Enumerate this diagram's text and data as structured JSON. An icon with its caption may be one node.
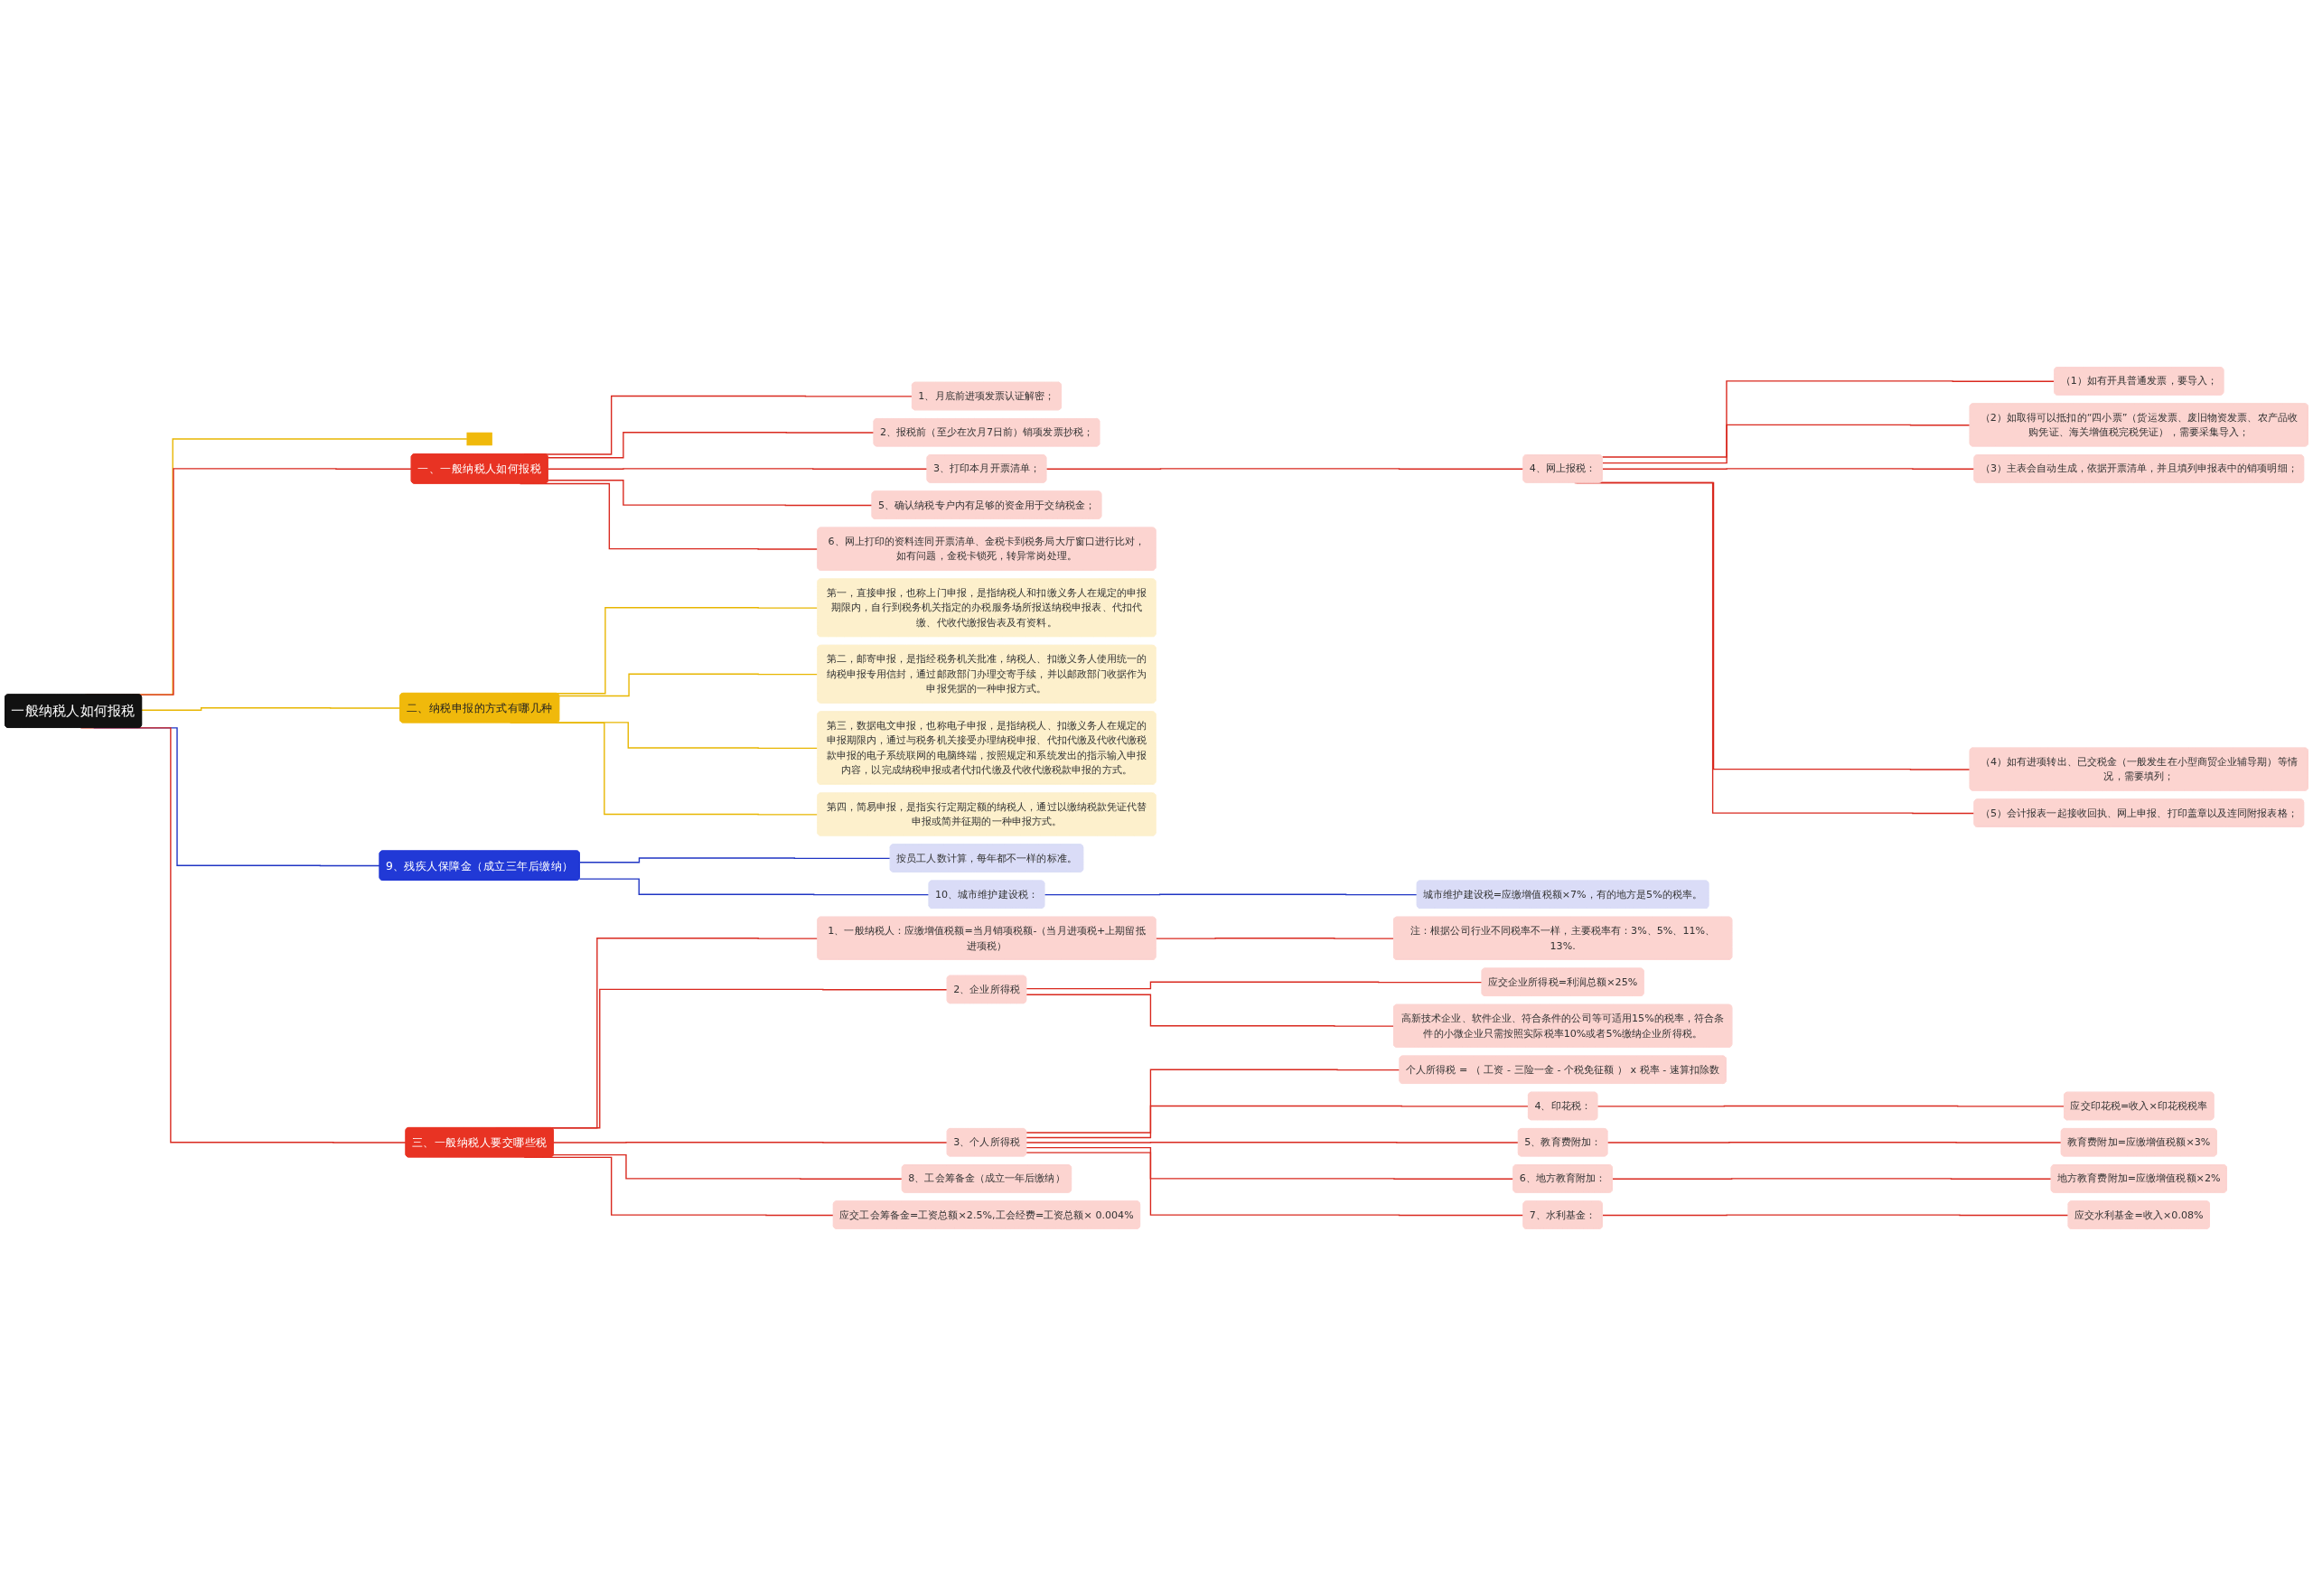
{
  "diagram": {
    "nodes": [
      {
        "text": [
          "一般纳税人如何报税"
        ]
      },
      {
        "text": [],
        "shape": "box"
      },
      {
        "text": [
          "一、一般纳税人如何报税"
        ]
      },
      {
        "text": [
          "1、月底前进项发票认证解密；"
        ]
      },
      {
        "text": [
          "2、报税前（至少在次月7日前）销项发票抄税；"
        ]
      },
      {
        "text": [
          "3、打印本月开票清单；"
        ]
      },
      {
        "text": [
          "4、网上报税："
        ]
      },
      {
        "text": [
          "（1）如有开具普通发票，要导入；"
        ]
      },
      {
        "text": [
          "（2）如取得可以抵扣的“四小票”（货运发票、废旧物资发票、农产品收购凭证、海关增值税完税凭证），需要采集导入；"
        ]
      },
      {
        "text": [
          "（3）主表会自动生成，依据开票清单，并且填列申报表中的销项明细；"
        ]
      },
      {
        "text": [
          "（4）如有进项转出、已交税金（一般发生在小型商贸企业辅导期）等情况，需要填列；"
        ]
      },
      {
        "text": [
          "（5）会计报表一起接收回执、网上申报、打印盖章以及连同附报表格；"
        ]
      },
      {
        "text": [
          "5、确认纳税专户内有足够的资金用于交纳税金；"
        ]
      },
      {
        "text": [
          "6、网上打印的资料连同开票清单、金税卡到税务局大厅窗口进行比对，如有问题，金税卡锁死，转异常岗处理。"
        ]
      },
      {
        "text": [
          "二、纳税申报的方式有哪几种"
        ]
      },
      {
        "text": [
          "第一，直接申报，也称上门申报，是指纳税人和扣缴义务人在规定的申报期限内，自行到税务机关指定的办税服务场所报送纳税申报表、代扣代缴、代收代缴报告表及有资料。"
        ]
      },
      {
        "text": [
          "第二，邮寄申报，是指经税务机关批准，纳税人、扣缴义务人使用统一的纳税申报专用信封，通过邮政部门办理交寄手续，并以邮政部门收据作为申报凭据的一种申报方式。"
        ]
      },
      {
        "text": [
          "第三，数据电文申报，也称电子申报，是指纳税人、扣缴义务人在规定的申报期限内，通过与税务机关接受办理纳税申报、代扣代缴及代收代缴税款申报的电子系统联网的电脑终端，按照规定和系统发出的指示输入申报内容，以完成纳税申报或者代扣代缴及代收代缴税款申报的方式。"
        ]
      },
      {
        "text": [
          "第四，简易申报，是指实行定期定额的纳税人，通过以缴纳税款凭证代替申报或简并征期的一种申报方式。"
        ]
      },
      {
        "text": [
          "9、残疾人保障金（成立三年后缴纳）"
        ]
      },
      {
        "text": [
          "按员工人数计算，每年都不一样的标准。"
        ]
      },
      {
        "text": [
          "10、城市维护建设税："
        ]
      },
      {
        "text": [
          "城市维护建设税=应缴增值税额×7%，有的地方是5%的税率。"
        ]
      },
      {
        "text": [
          "三、一般纳税人要交哪些税"
        ]
      },
      {
        "text": [
          "1、一般纳税人：应缴增值税额=当月销项税额-（当月进项税+上期留抵进项税）"
        ]
      },
      {
        "text": [
          "注：根据公司行业不同税率不一样，主要税率有：3%、5%、11%、13%."
        ]
      },
      {
        "text": [
          "2、企业所得税"
        ]
      },
      {
        "text": [
          "应交企业所得税=利润总额×25%"
        ]
      },
      {
        "text": [
          "高新技术企业、软件企业、符合条件的公司等可适用15%的税率，符合条件的小微企业只需按照实际税率10%或者5%缴纳企业所得税。"
        ]
      },
      {
        "text": [
          "3、个人所得税"
        ]
      },
      {
        "text": [
          "个人所得税 = （ 工资 - 三险一金 - 个税免征额 ） x 税率 - 速算扣除数"
        ]
      },
      {
        "text": [
          "4、印花税："
        ]
      },
      {
        "text": [
          "应交印花税=收入×印花税税率"
        ]
      },
      {
        "text": [
          "5、教育费附加："
        ]
      },
      {
        "text": [
          "教育费附加=应缴增值税额×3%"
        ]
      },
      {
        "text": [
          "6、地方教育附加："
        ]
      },
      {
        "text": [
          "地方教育费附加=应缴增值税额×2%"
        ]
      },
      {
        "text": [
          "7、水利基金："
        ]
      },
      {
        "text": [
          "应交水利基金=收入×0.08%"
        ]
      },
      {
        "text": [
          "8、工会筹备金（成立一年后缴纳）"
        ]
      },
      {
        "text": [
          "应交工会筹备金=工资总额×2.5%,工会经费=工资总额× 0.004%"
        ]
      }
    ],
    "edges": [
      {
        "from": 0,
        "to": 1,
        "arrow": "none",
        "color": "#e8b600"
      },
      {
        "from": 0,
        "to": 2,
        "arrow": "none"
      },
      {
        "from": 2,
        "to": 3,
        "arrow": "none"
      },
      {
        "from": 2,
        "to": 4,
        "arrow": "none"
      },
      {
        "from": 2,
        "to": 5,
        "arrow": "none"
      },
      {
        "from": 5,
        "to": 6,
        "arrow": "none"
      },
      {
        "from": 6,
        "to": 7,
        "arrow": "none"
      },
      {
        "from": 6,
        "to": 8,
        "arrow": "none"
      },
      {
        "from": 6,
        "to": 9,
        "arrow": "none"
      },
      {
        "from": 6,
        "to": 10,
        "arrow": "none"
      },
      {
        "from": 6,
        "to": 11,
        "arrow": "none"
      },
      {
        "from": 2,
        "to": 12,
        "arrow": "none"
      },
      {
        "from": 2,
        "to": 13,
        "arrow": "none"
      },
      {
        "from": 0,
        "to": 14,
        "arrow": "none",
        "color": "#e8b600"
      },
      {
        "from": 14,
        "to": 15,
        "arrow": "none",
        "color": "#e8b600"
      },
      {
        "from": 14,
        "to": 16,
        "arrow": "none",
        "color": "#e8b600"
      },
      {
        "from": 14,
        "to": 17,
        "arrow": "none",
        "color": "#e8b600"
      },
      {
        "from": 14,
        "to": 18,
        "arrow": "none",
        "color": "#e8b600"
      },
      {
        "from": 0,
        "to": 19,
        "arrow": "none",
        "color": "#1f35c4"
      },
      {
        "from": 19,
        "to": 20,
        "arrow": "none",
        "color": "#1f35c4"
      },
      {
        "from": 19,
        "to": 21,
        "arrow": "none",
        "color": "#1f35c4"
      },
      {
        "from": 21,
        "to": 22,
        "arrow": "none",
        "color": "#1f35c4"
      },
      {
        "from": 0,
        "to": 23,
        "arrow": "none"
      },
      {
        "from": 23,
        "to": 24,
        "arrow": "none"
      },
      {
        "from": 24,
        "to": 25,
        "arrow": "none"
      },
      {
        "from": 23,
        "to": 26,
        "arrow": "none"
      },
      {
        "from": 26,
        "to": 27,
        "arrow": "none"
      },
      {
        "from": 26,
        "to": 28,
        "arrow": "none"
      },
      {
        "from": 23,
        "to": 29,
        "arrow": "none"
      },
      {
        "from": 29,
        "to": 30,
        "arrow": "none"
      },
      {
        "from": 29,
        "to": 31,
        "arrow": "none"
      },
      {
        "from": 31,
        "to": 32,
        "arrow": "none"
      },
      {
        "from": 29,
        "to": 33,
        "arrow": "none"
      },
      {
        "from": 33,
        "to": 34,
        "arrow": "none"
      },
      {
        "from": 29,
        "to": 35,
        "arrow": "none"
      },
      {
        "from": 35,
        "to": 36,
        "arrow": "none"
      },
      {
        "from": 29,
        "to": 37,
        "arrow": "none"
      },
      {
        "from": 37,
        "to": 38,
        "arrow": "none"
      },
      {
        "from": 23,
        "to": 39,
        "arrow": "none"
      },
      {
        "from": 23,
        "to": 40,
        "arrow": "none"
      }
    ]
  }
}
